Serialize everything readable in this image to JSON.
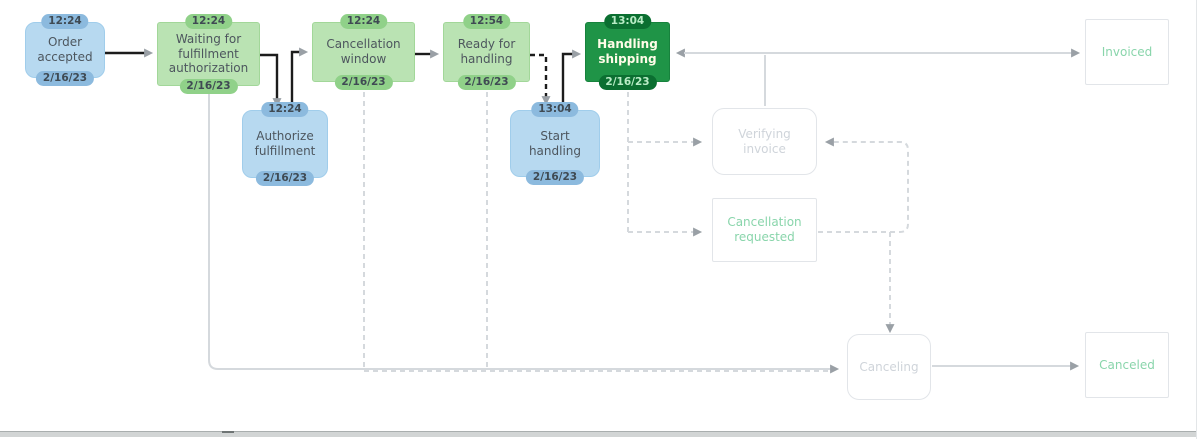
{
  "nodes": {
    "order_accepted": {
      "label": "Order accepted",
      "time": "12:24",
      "date": "2/16/23"
    },
    "waiting_authorization": {
      "label": "Waiting for fulfillment authorization",
      "time": "12:24",
      "date": "2/16/23"
    },
    "authorize_fulfillment": {
      "label": "Authorize fulfillment",
      "time": "12:24",
      "date": "2/16/23"
    },
    "cancellation_window": {
      "label": "Cancellation window",
      "time": "12:24",
      "date": "2/16/23"
    },
    "ready_for_handling": {
      "label": "Ready for handling",
      "time": "12:54",
      "date": "2/16/23"
    },
    "start_handling": {
      "label": "Start handling",
      "time": "13:04",
      "date": "2/16/23"
    },
    "handling_shipping": {
      "label": "Handling shipping",
      "time": "13:04",
      "date": "2/16/23"
    },
    "verifying_invoice": {
      "label": "Verifying invoice"
    },
    "cancellation_requested": {
      "label": "Cancellation requested"
    },
    "invoiced": {
      "label": "Invoiced"
    },
    "canceling": {
      "label": "Canceling"
    },
    "canceled": {
      "label": "Canceled"
    }
  },
  "colors": {
    "task_fill": "#b7d9f0",
    "task_border": "#a0cdeb",
    "task_badge": "#8cbade",
    "milestone_fill": "#bae3b3",
    "milestone_border": "#a2d799",
    "milestone_badge": "#90d189",
    "active_fill": "#1f9447",
    "active_border": "#17823d",
    "active_badge": "#0b6f31",
    "active_badge_text": "#b9ecc6",
    "active_text": "#fffce8",
    "badge_text": "#3f4a53",
    "node_text": "#4d565e",
    "inactive_border": "#e2e5e9",
    "inactive_text": "#cfd4da",
    "inactive_milestone_text": "#89d5ab",
    "edge_active": "#1c1c1c",
    "edge_inactive": "#d5d9dd",
    "arrowhead": "#9aa0a6",
    "panel_border": "#e3e6e8",
    "scrollbar_track": "#d2d5d5",
    "scrollbar_edge": "#a9aeae"
  }
}
